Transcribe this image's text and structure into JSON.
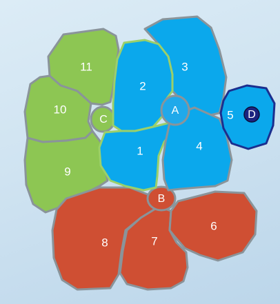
{
  "colors": {
    "green": "#8dc653",
    "blue": "#0ba8ec",
    "blue_small": "#20a9ea",
    "red": "#cf4f33",
    "navy_border": "#1b2f8f",
    "d_fill": "#1b2380",
    "outline": "#8a949a",
    "green_edge": "#9bd06a",
    "red_edge": "#a34433"
  },
  "regions": [
    {
      "id": "11",
      "group": "green",
      "label": "11"
    },
    {
      "id": "10",
      "group": "green",
      "label": "10"
    },
    {
      "id": "9",
      "group": "green",
      "label": "9"
    },
    {
      "id": "C",
      "group": "green",
      "label": "C"
    },
    {
      "id": "3",
      "group": "blue",
      "label": "3"
    },
    {
      "id": "2",
      "group": "blue",
      "label": "2"
    },
    {
      "id": "1",
      "group": "blue",
      "label": "1"
    },
    {
      "id": "4",
      "group": "blue",
      "label": "4"
    },
    {
      "id": "A",
      "group": "blue",
      "label": "A"
    },
    {
      "id": "5",
      "group": "blue",
      "label": "5"
    },
    {
      "id": "D",
      "group": "navy",
      "label": "D"
    },
    {
      "id": "8",
      "group": "red",
      "label": "8"
    },
    {
      "id": "7",
      "group": "red",
      "label": "7"
    },
    {
      "id": "6",
      "group": "red",
      "label": "6"
    },
    {
      "id": "B",
      "group": "red",
      "label": "B"
    }
  ]
}
